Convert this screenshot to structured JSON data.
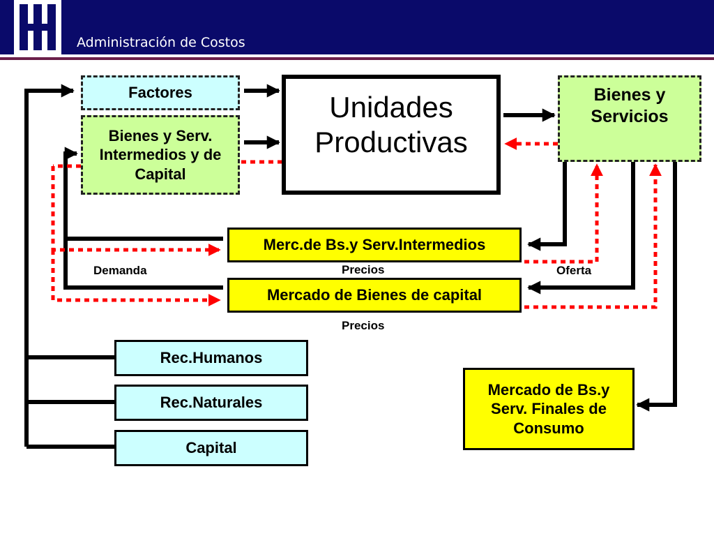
{
  "header": {
    "title": "Administración de Costos",
    "logo_icon": "utn-logo-icon",
    "background": "#0a0a6a",
    "accent_line": "#6b1f4a"
  },
  "colors": {
    "light_cyan": "#ccffff",
    "light_green": "#ccff99",
    "yellow": "#ffff00",
    "flow_arrow": "#000000",
    "price_arrow": "#ff0000"
  },
  "boxes": {
    "factores": "Factores",
    "bienes_serv_intermedios": "Bienes y Serv.\nIntermedios y de\nCapital",
    "unidades_productivas": "Unidades\nProductivas",
    "bienes_y_servicios": "Bienes y\nServicios",
    "merc_intermedios": "Merc.de Bs.y Serv.Intermedios",
    "merc_bienes_capital": "Mercado de Bienes de capital",
    "rec_humanos": "Rec.Humanos",
    "rec_naturales": "Rec.Naturales",
    "capital": "Capital",
    "mercado_finales": "Mercado de Bs.y\nServ. Finales de\nConsumo"
  },
  "labels": {
    "demanda": "Demanda",
    "oferta": "Oferta",
    "precios_1": "Precios",
    "precios_2": "Precios"
  }
}
